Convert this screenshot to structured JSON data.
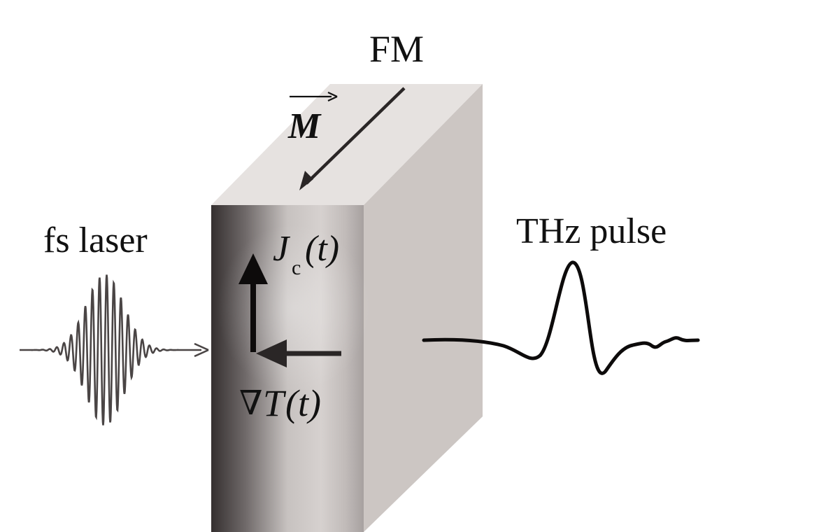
{
  "diagram": {
    "title": "FM",
    "magnetization_label": "M",
    "input_label": "fs laser",
    "output_label": "THz pulse",
    "current_symbol": "J",
    "current_subscript": "c",
    "current_arg": "(t)",
    "gradient_prefix": "∇",
    "gradient_symbol": "T",
    "gradient_arg": "(t)"
  },
  "colors": {
    "slab_top": "#e6e2e0",
    "slab_side": "#ccc6c3",
    "slab_front_dark": "#353030",
    "slab_front_light": "#cfcac8",
    "ink": "#111111",
    "laser": "#4a4545"
  }
}
